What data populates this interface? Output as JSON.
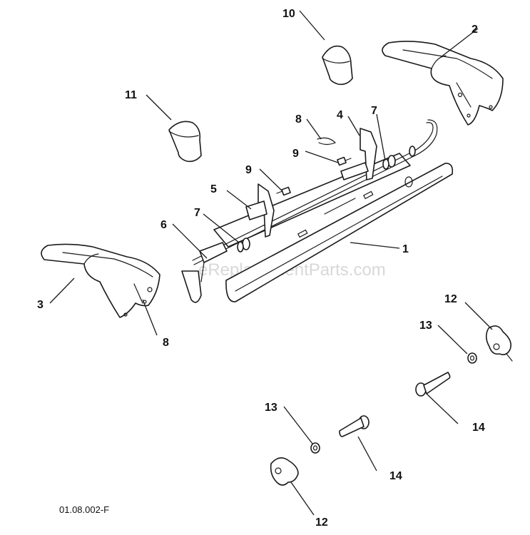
{
  "watermark": "eReplacementParts.com",
  "drawing_code": "01.08.002-F",
  "callouts": [
    "1",
    "2",
    "3",
    "4",
    "5",
    "6",
    "7",
    "7",
    "8",
    "8",
    "9",
    "9",
    "10",
    "11",
    "12",
    "12",
    "13",
    "13",
    "14",
    "14"
  ]
}
